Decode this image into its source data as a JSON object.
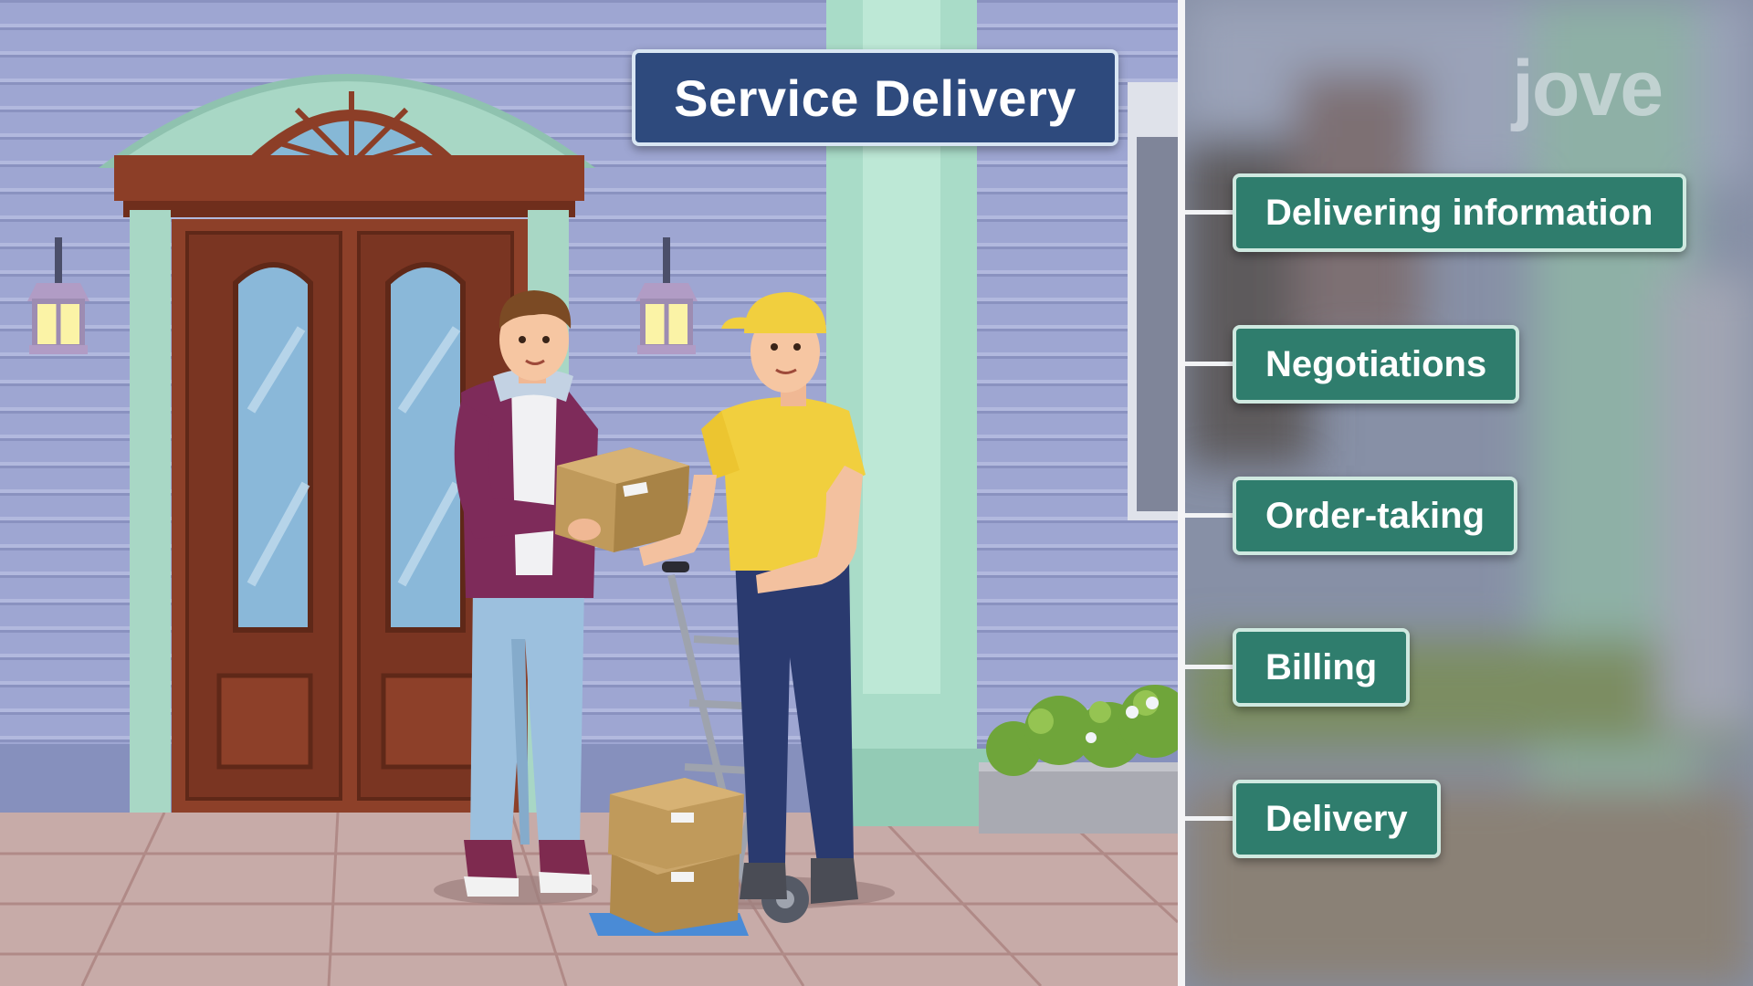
{
  "title": "Service Delivery",
  "logo": {
    "text": "jove"
  },
  "steps": [
    {
      "label": "Delivering information"
    },
    {
      "label": "Negotiations"
    },
    {
      "label": "Order-taking"
    },
    {
      "label": "Billing"
    },
    {
      "label": "Delivery"
    }
  ],
  "colors": {
    "title_bg": "#2e4a7d",
    "step_bg": "#2f7d6d",
    "wall": "#9aa3cf",
    "door": "#7a3e2a",
    "shirt_yellow": "#f1cf3e",
    "hoodie": "#7e2b5a"
  }
}
